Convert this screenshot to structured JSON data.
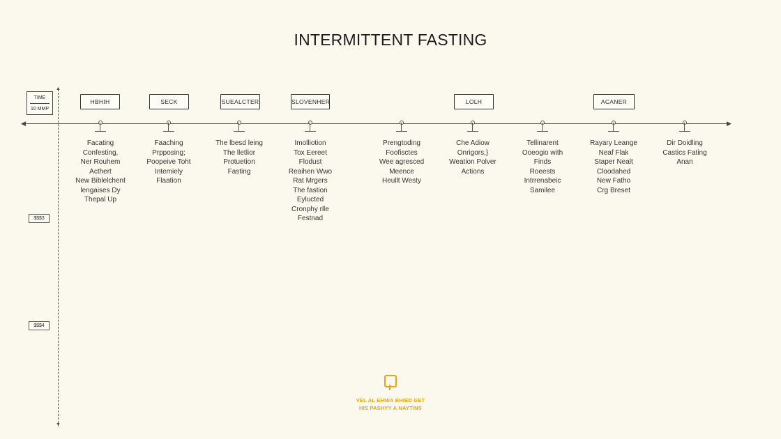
{
  "title": "INTERMITTENT FASTING",
  "time_box": {
    "top": "TIME",
    "bottom": "10 MMP"
  },
  "y_labels": [
    "$$$3",
    "$$$4"
  ],
  "phases": [
    {
      "label": "HBHIH"
    },
    {
      "label": "SECK"
    },
    {
      "label": "SUEALCTER"
    },
    {
      "label": "SLOVENHER"
    },
    {
      "label": "LOLH"
    },
    {
      "label": "ACANER"
    }
  ],
  "milestones": [
    {
      "lines": [
        "Facating",
        "Confesting,",
        "Ner Rouhem",
        "Acthert",
        "New Biblelchent",
        "lengaises Dy",
        "Thepal Up"
      ]
    },
    {
      "lines": [
        "Faaching",
        "Prpposing;",
        "Poopeive Toht",
        "Intemiely",
        "Flaation"
      ]
    },
    {
      "lines": [
        "The lbesd leing",
        "The lletlior",
        "Protuetion",
        "Fasting"
      ]
    },
    {
      "lines": [
        "Imolliotion",
        "Tox Eereet",
        "Flodust",
        "Reaihen Wwo",
        "Rat Mrgers",
        "The fastion",
        "Eylucted",
        "Cronphy rlle",
        "Festnad"
      ]
    },
    {
      "lines": [
        "Prengtoding",
        "Foofisctes",
        "Wee agresced",
        "Meence",
        "Heullt Westy"
      ]
    },
    {
      "lines": [
        "Che Adiow",
        "Onrigors,}",
        "Weation Polver",
        "Actions"
      ]
    },
    {
      "lines": [
        "Tellinarent",
        "Ooeogio with",
        "Finds",
        "Roeests",
        "Intrrenabeic",
        "Samilee"
      ]
    },
    {
      "lines": [
        "Rayary Leange",
        "Neaf Flak",
        "Staper Nealt",
        "Cloodahed",
        "New Fatho",
        "Crg Breset"
      ]
    },
    {
      "lines": [
        "Dir Doidling",
        "Castics Fating",
        "Anan"
      ]
    }
  ],
  "callout": {
    "lines": [
      "VEL AL EHNIA BHIED GET",
      "HIS PASHYY A NAYTINS"
    ],
    "icon": "lightbulb-icon",
    "color": "#e5a514"
  }
}
